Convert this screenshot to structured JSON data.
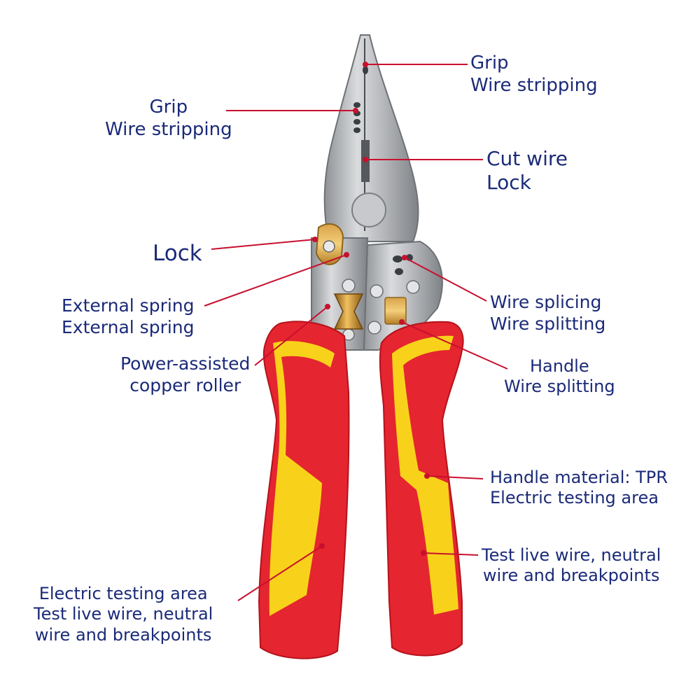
{
  "colors": {
    "label_text": "#1b2a78",
    "leader_line": "#c8102e",
    "handle_red": "#e5252f",
    "handle_yellow": "#f8d21a",
    "steel": "#b3b5b8",
    "copper": "#c9952f"
  },
  "product": {
    "name": "multifunction-wire-stripping-pliers"
  },
  "labels": {
    "grip_right": {
      "line1": "Grip",
      "line2": "Wire stripping"
    },
    "grip_left": {
      "line1": "Grip",
      "line2": "Wire stripping"
    },
    "cut_wire": {
      "line1": "Cut wire",
      "line2": "Lock"
    },
    "lock": {
      "line1": "Lock"
    },
    "spring": {
      "line1": "External spring",
      "line2": "External spring"
    },
    "roller": {
      "line1": "Power-assisted",
      "line2": "copper roller"
    },
    "splicing": {
      "line1": "Wire splicing",
      "line2": "Wire splitting"
    },
    "handle": {
      "line1": "Handle",
      "line2": "Wire splitting"
    },
    "material": {
      "line1": "Handle material: TPR",
      "line2": "Electric testing area"
    },
    "test_right": {
      "line1": "Test live wire, neutral",
      "line2": "wire and breakpoints"
    },
    "test_left": {
      "line1": "Electric testing area",
      "line2": "Test live wire, neutral",
      "line3": "wire and breakpoints"
    }
  }
}
